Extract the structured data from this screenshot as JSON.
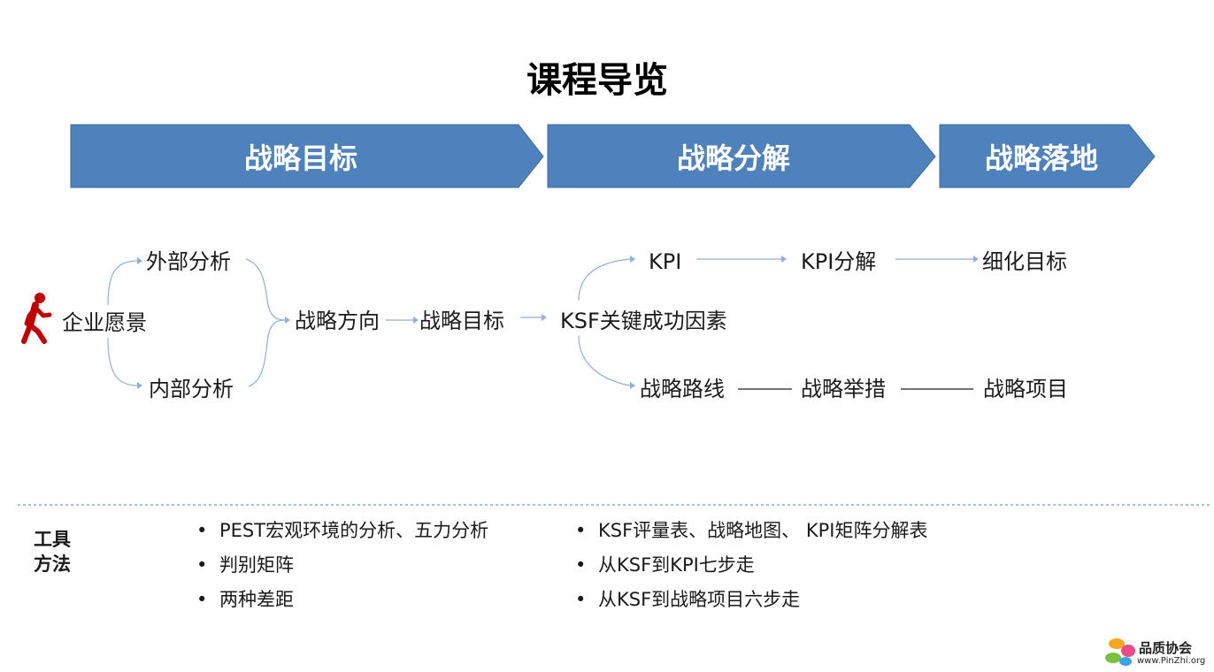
{
  "title": "课程导览",
  "banners": [
    "战略目标",
    "战略分解",
    "战略落地"
  ],
  "flow": {
    "start": "企业愿景",
    "external": "外部分析",
    "internal": "内部分析",
    "direction": "战略方向",
    "goal": "战略目标",
    "ksf": "KSF关键成功因素",
    "kpi_row": [
      "KPI",
      "KPI分解",
      "细化目标"
    ],
    "route_row": [
      "战略路线",
      "战略举措",
      "战略项目"
    ]
  },
  "tools": {
    "label_line1": "工具",
    "label_line2": "方法",
    "left": [
      "PEST宏观环境的分析、五力分析",
      "判别矩阵",
      "两种差距"
    ],
    "right": [
      "KSF评量表、战略地图、 KPI矩阵分解表",
      "从KSF到KPI七步走",
      "从KSF到战略项目六步走"
    ]
  },
  "logo": {
    "name": "品质协会",
    "url": "www.PinZhi.org"
  },
  "colors": {
    "banner_fill": "#4f81bd",
    "banner_stroke": "#3a6a9e",
    "arrow": "#8fb0d8",
    "runner": "#c00000",
    "divider": "#7a9cc6"
  }
}
